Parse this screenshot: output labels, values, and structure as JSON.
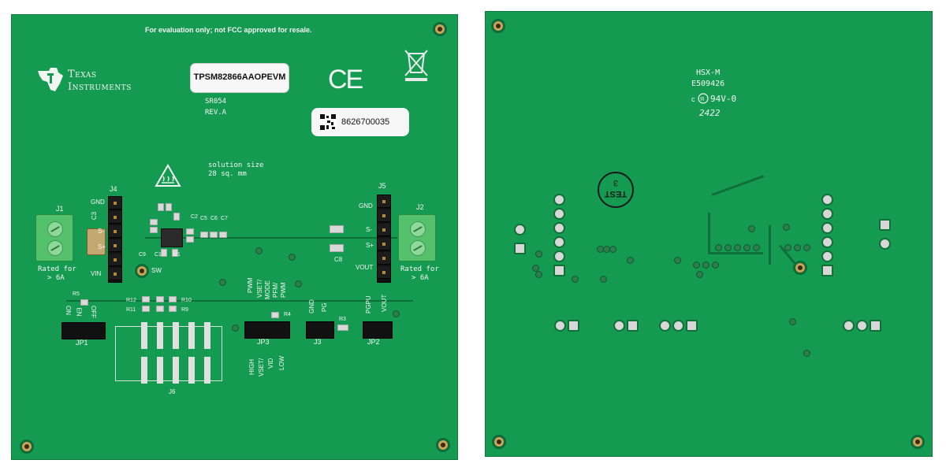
{
  "front": {
    "notice": "For evaluation only; not FCC approved for resale.",
    "logo_line1": "Texas",
    "logo_line2": "Instruments",
    "label_part": "TPSM82866AAOPEVM",
    "board_code": "SR054",
    "revision": "REV.A",
    "ce_mark": "CE",
    "serial": "8626700035",
    "solution_size_line1": "solution size",
    "solution_size_line2": "28 sq. mm",
    "j1": "J1",
    "j2": "J2",
    "j3": "J3",
    "j4": "J4",
    "j5": "J5",
    "j6": "J6",
    "j4_pins": [
      "GND",
      "S-",
      "S+",
      "VIN"
    ],
    "j5_pins": [
      "GND",
      "S-",
      "S+",
      "VOUT"
    ],
    "rated_left_1": "Rated for",
    "rated_left_2": "> 6A",
    "rated_right_1": "Rated for",
    "rated_right_2": "> 6A",
    "jp1": "JP1",
    "jp2": "JP2",
    "jp3": "JP3",
    "jp1_on": "ON",
    "jp1_en": "EN",
    "jp1_off": "OFF",
    "jp3_pwm": "PWM",
    "jp3_vset": "VSET/",
    "jp3_mode": "MODE",
    "jp3_pfm": "PFM/",
    "jp3_pwm2": "PWM",
    "jp3_high": "HIGH",
    "jp3_vset2": "VSET/",
    "jp3_vid": "VID",
    "jp3_low": "LOW",
    "j3_gnd": "GND",
    "j3_pg": "PG",
    "jp2_pgpu": "PGPU",
    "jp2_vout": "VOUT",
    "comps": {
      "c3": "C3",
      "c8": "C8",
      "c9": "C9",
      "c1": "C1",
      "c2": "C2",
      "c5": "C5",
      "c6": "C6",
      "c7": "C7",
      "u1": "U1",
      "r5": "R5",
      "r12": "R12",
      "r11": "R11",
      "r10": "R10",
      "r9": "R9",
      "r4": "R4",
      "r3": "R3",
      "sw": "SW"
    }
  },
  "back": {
    "marking1": "HSX-M",
    "marking2": "E509426",
    "marking3": "94V-0",
    "marking4": "2422",
    "test_stamp_1": "3",
    "test_stamp_2": "TEST"
  },
  "colors": {
    "pcb": "#159a52",
    "silkscreen": "#f2f6f2",
    "terminal": "#56c16d"
  }
}
